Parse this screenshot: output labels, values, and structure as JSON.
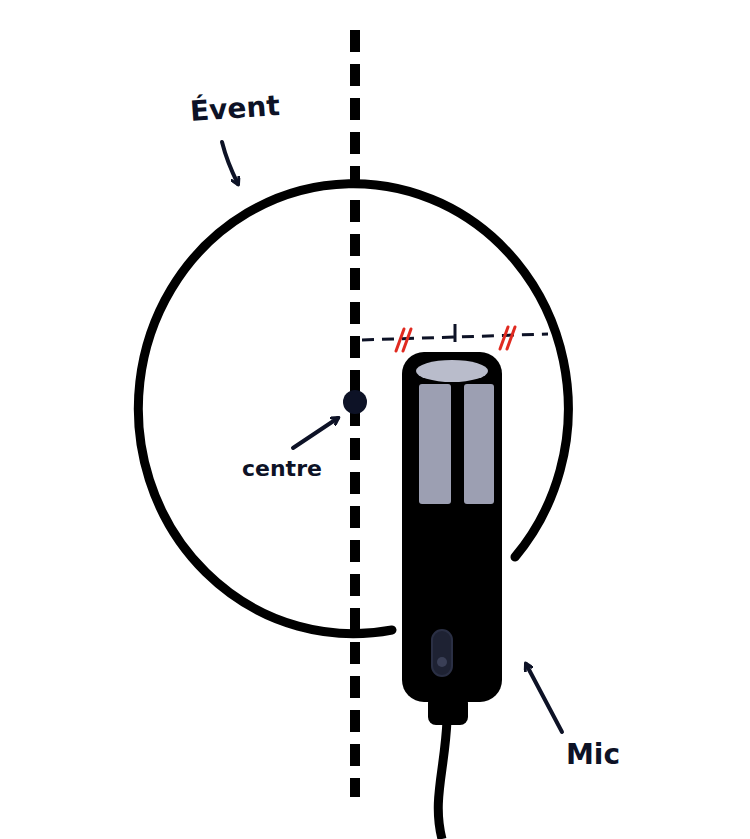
{
  "diagram": {
    "labels": [
      "Évent",
      "centre",
      "Mic"
    ]
  }
}
